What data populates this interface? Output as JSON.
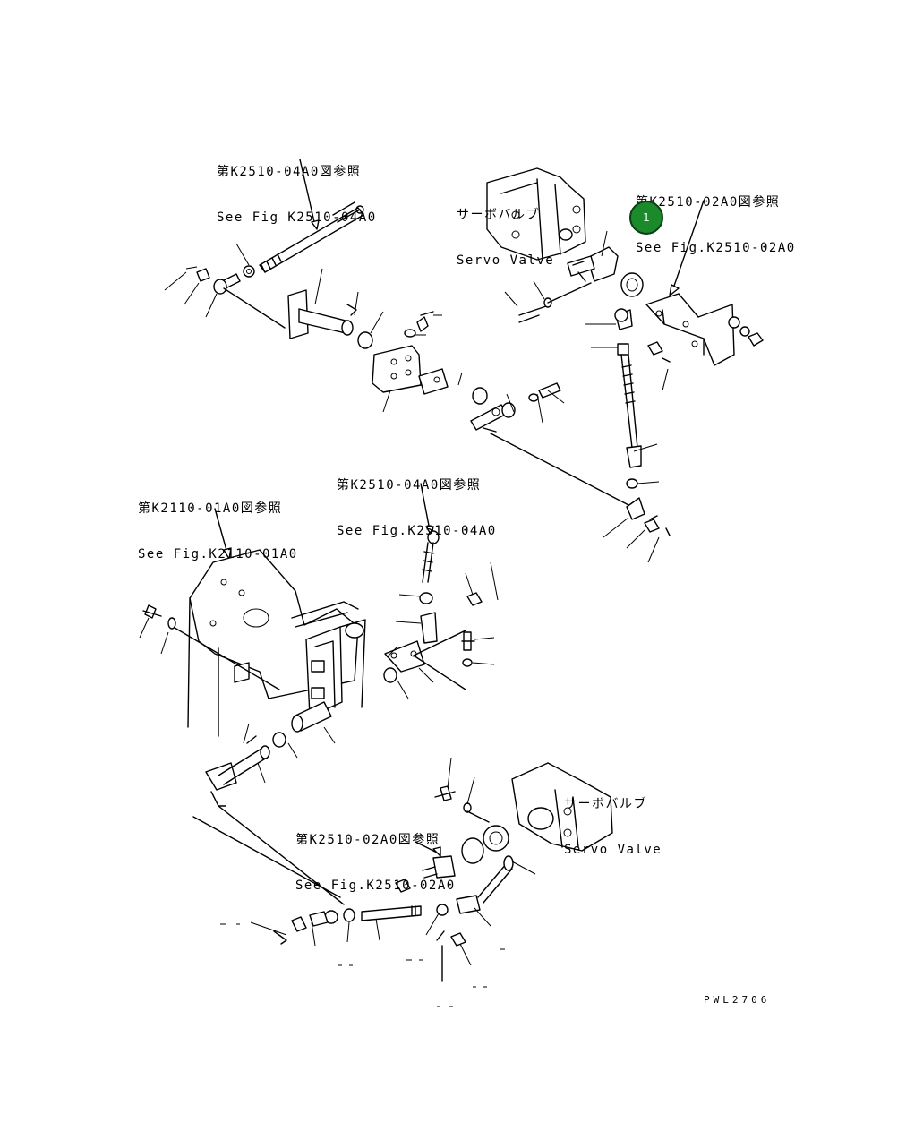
{
  "references": [
    {
      "jp": "第K2510-04A0図参照",
      "en": "See Fig K2510-04A0"
    },
    {
      "jp": "第K2510-02A0図参照",
      "en": "See Fig.K2510-02A0"
    },
    {
      "jp": "第K2510-04A0図参照",
      "en": "See Fig.K2510-04A0"
    },
    {
      "jp": "第K2110-01A0図参照",
      "en": "See Fig.K2110-01A0"
    },
    {
      "jp": "第K2510-02A0図参照",
      "en": "See Fig.K2510-02A0"
    }
  ],
  "servo_labels": [
    {
      "jp": "サーボバルブ",
      "en": "Servo Valve"
    },
    {
      "jp": "サーボバルブ",
      "en": "Servo Valve"
    }
  ],
  "callout": {
    "number": "1",
    "color": "#1a8a2a"
  },
  "drawing_code": "PWL2706"
}
